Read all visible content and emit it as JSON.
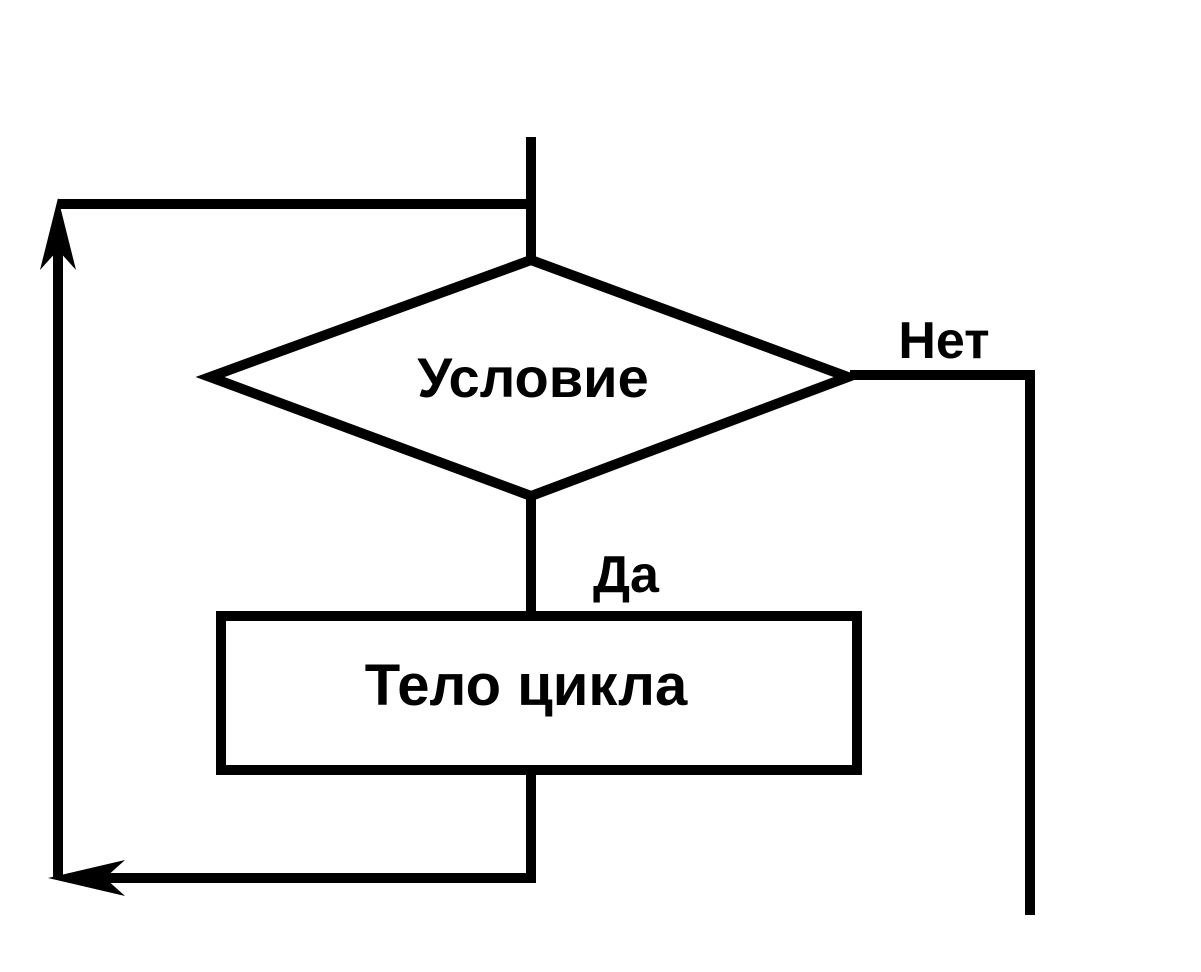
{
  "diagram": {
    "condition_label": "Условие",
    "no_label": "Нет",
    "yes_label": "Да",
    "body_label": "Тело цикла",
    "stroke_color": "#000000",
    "background_color": "#ffffff"
  }
}
